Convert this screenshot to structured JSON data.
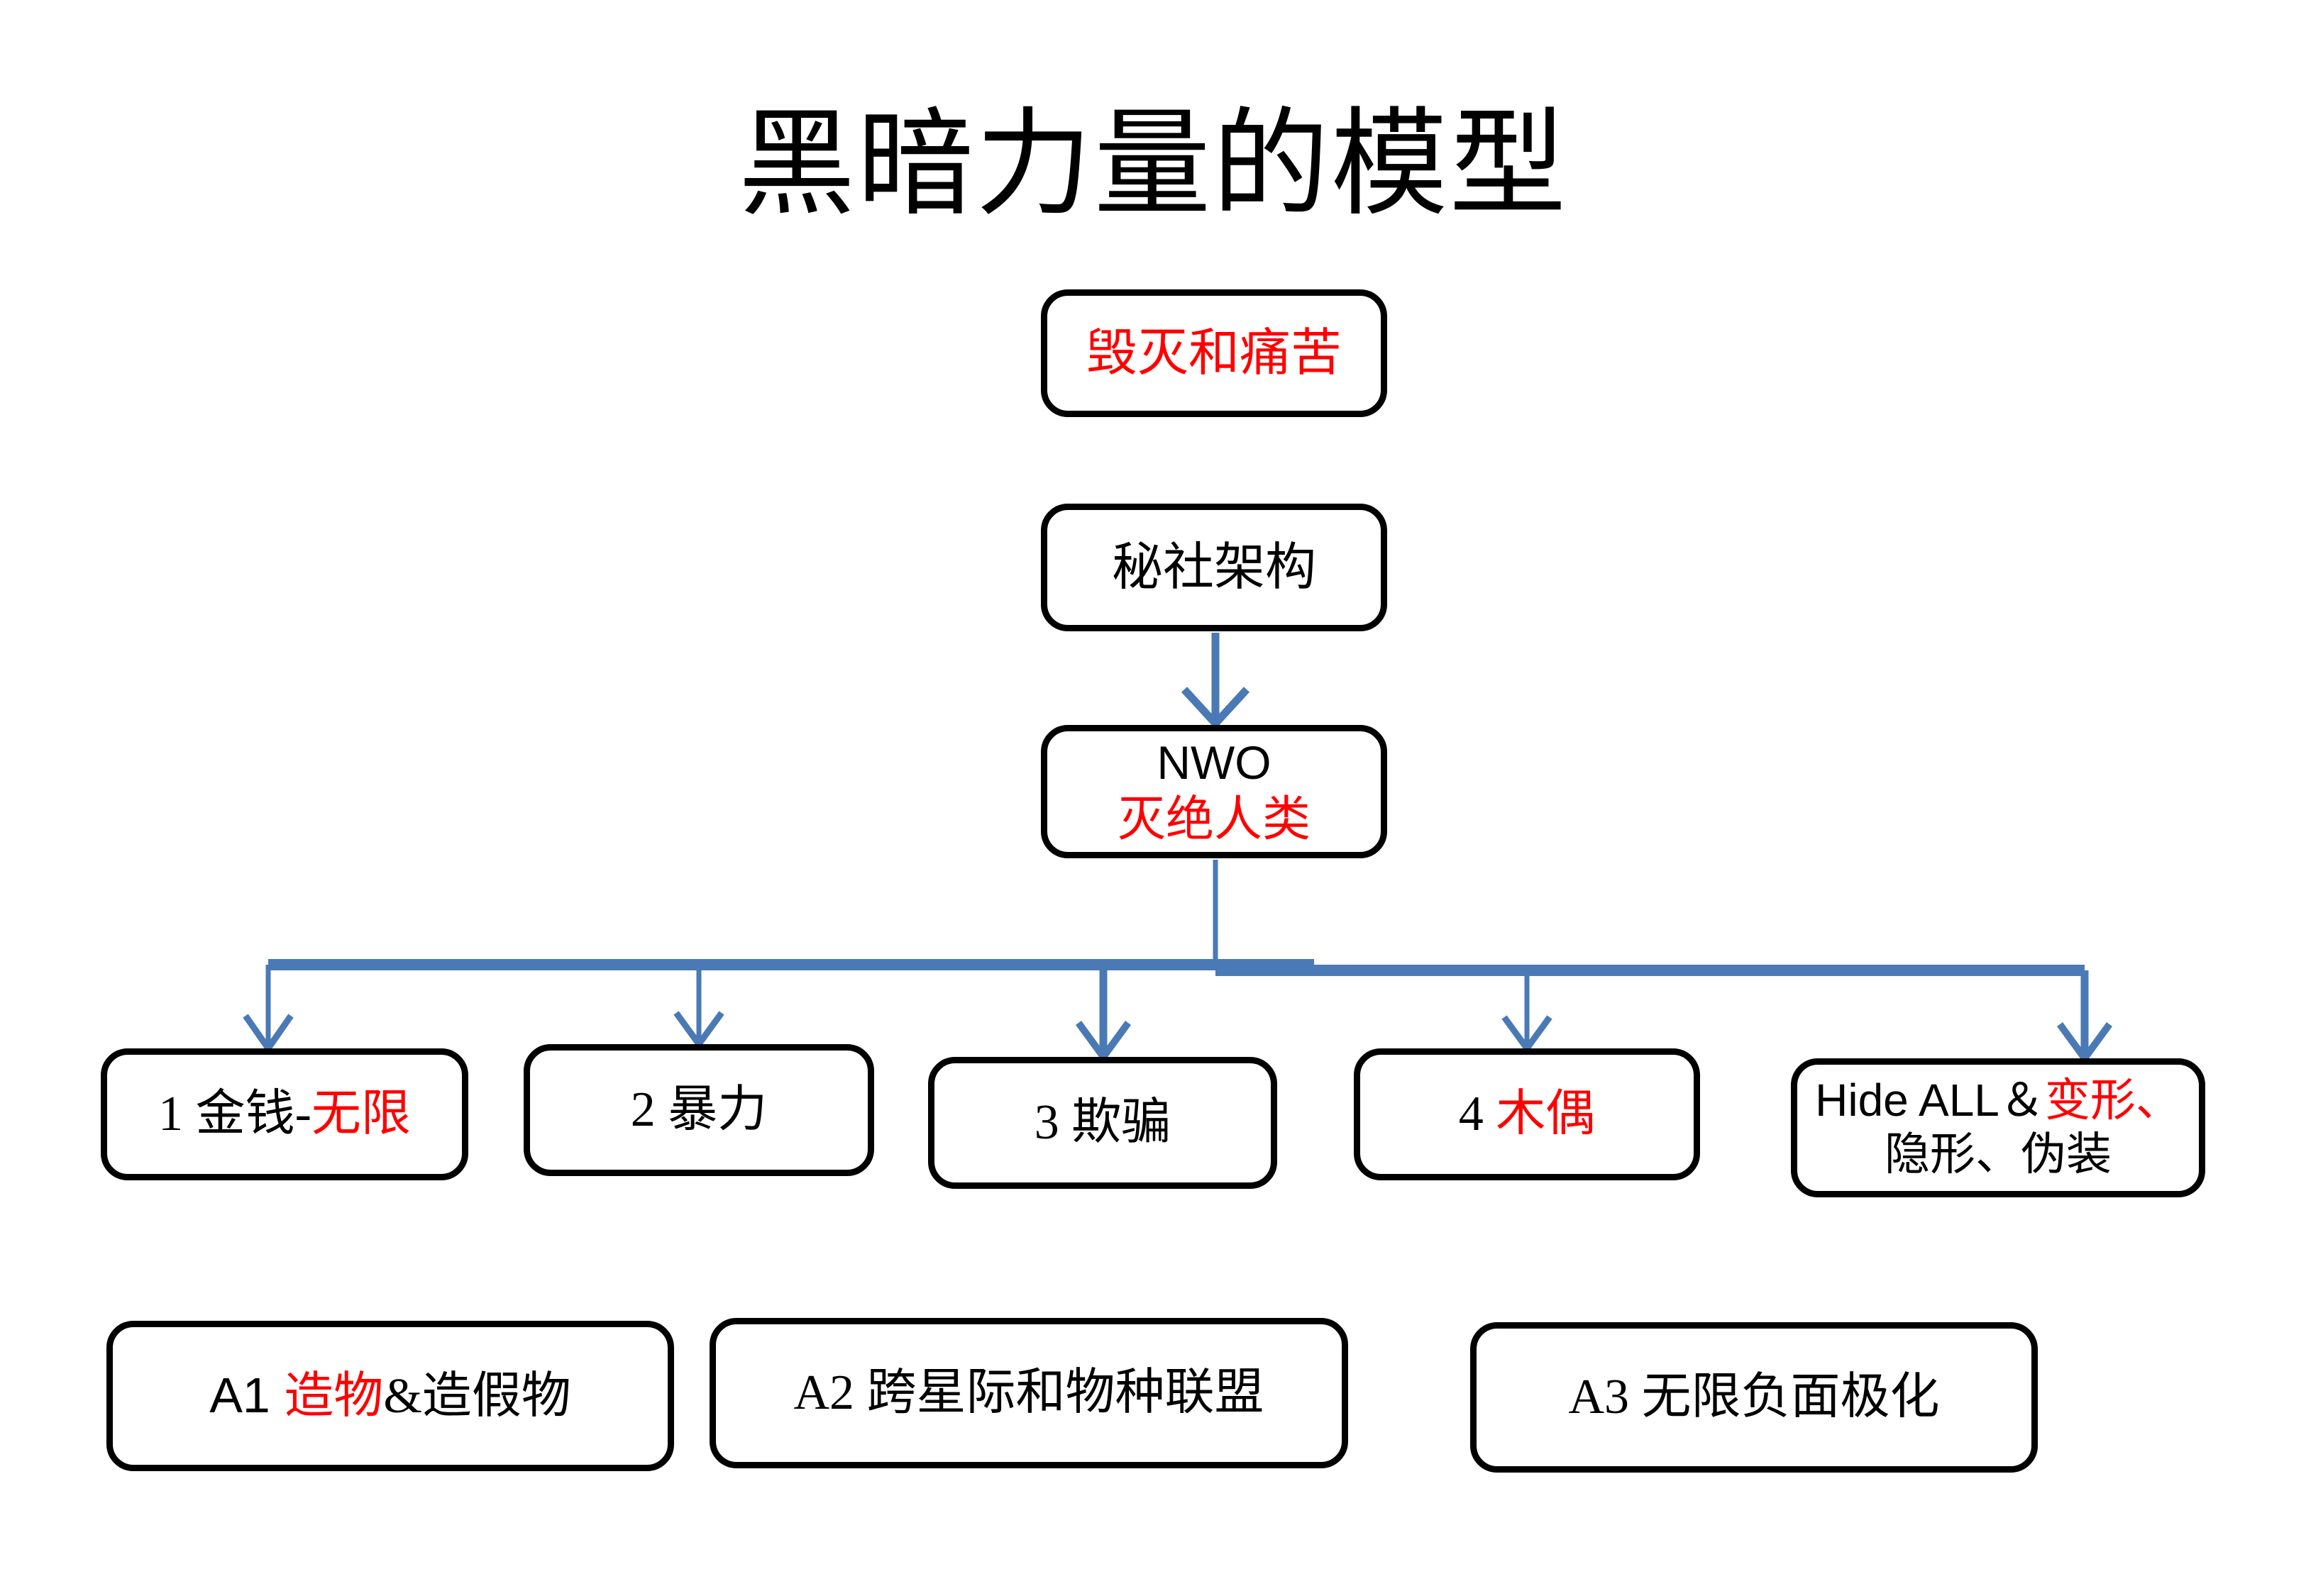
{
  "title": "黑暗力量的模型",
  "colors": {
    "text_black": "#000000",
    "text_red": "#ff0000",
    "connector_blue": "#4a7ab5",
    "box_border": "#000000",
    "background": "#ffffff"
  },
  "nodes": {
    "top": {
      "text": "毁灭和痛苦",
      "color": "red"
    },
    "secret": {
      "text": "秘社架构",
      "color": "black"
    },
    "nwo": {
      "line1": "NWO",
      "line2": "灭绝人类",
      "line1_color": "black",
      "line2_color": "red"
    },
    "children": [
      {
        "id": "c1",
        "prefix": "1 金钱-",
        "highlight": "无限",
        "suffix": ""
      },
      {
        "id": "c2",
        "prefix": "2 暴力",
        "highlight": "",
        "suffix": ""
      },
      {
        "id": "c3",
        "prefix": "3 欺骗",
        "highlight": "",
        "suffix": ""
      },
      {
        "id": "c4",
        "prefix": "4 ",
        "highlight": "木偶",
        "suffix": ""
      },
      {
        "id": "c5",
        "prefix": "Hide ALL＆",
        "highlight": "变形、",
        "suffix": "隐形、伪装"
      }
    ],
    "annex": [
      {
        "id": "a1",
        "prefix": "A1 ",
        "highlight": "造物",
        "suffix": "&造假物"
      },
      {
        "id": "a2",
        "prefix": "A2 跨星际和物种联盟",
        "highlight": "",
        "suffix": ""
      },
      {
        "id": "a3",
        "prefix": "A3 无限负面极化",
        "highlight": "",
        "suffix": ""
      }
    ]
  },
  "connectors": {
    "secret_to_nwo": "vertical arrow, blue",
    "nwo_to_children": "blue bus bar with five downward arrows"
  }
}
